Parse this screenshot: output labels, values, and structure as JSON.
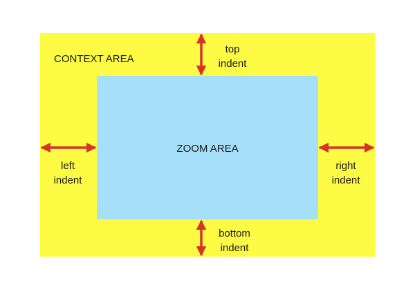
{
  "context_area": {
    "label": "CONTEXT AREA",
    "color": "#fdfb44"
  },
  "zoom_area": {
    "label": "ZOOM AREA",
    "color": "#a5e0f8"
  },
  "indents": {
    "top": {
      "line1": "top",
      "line2": "indent"
    },
    "left": {
      "line1": "left",
      "line2": "indent"
    },
    "right": {
      "line1": "right",
      "line2": "indent"
    },
    "bottom": {
      "line1": "bottom",
      "line2": "indent"
    }
  },
  "arrow_color": "#d6332a"
}
